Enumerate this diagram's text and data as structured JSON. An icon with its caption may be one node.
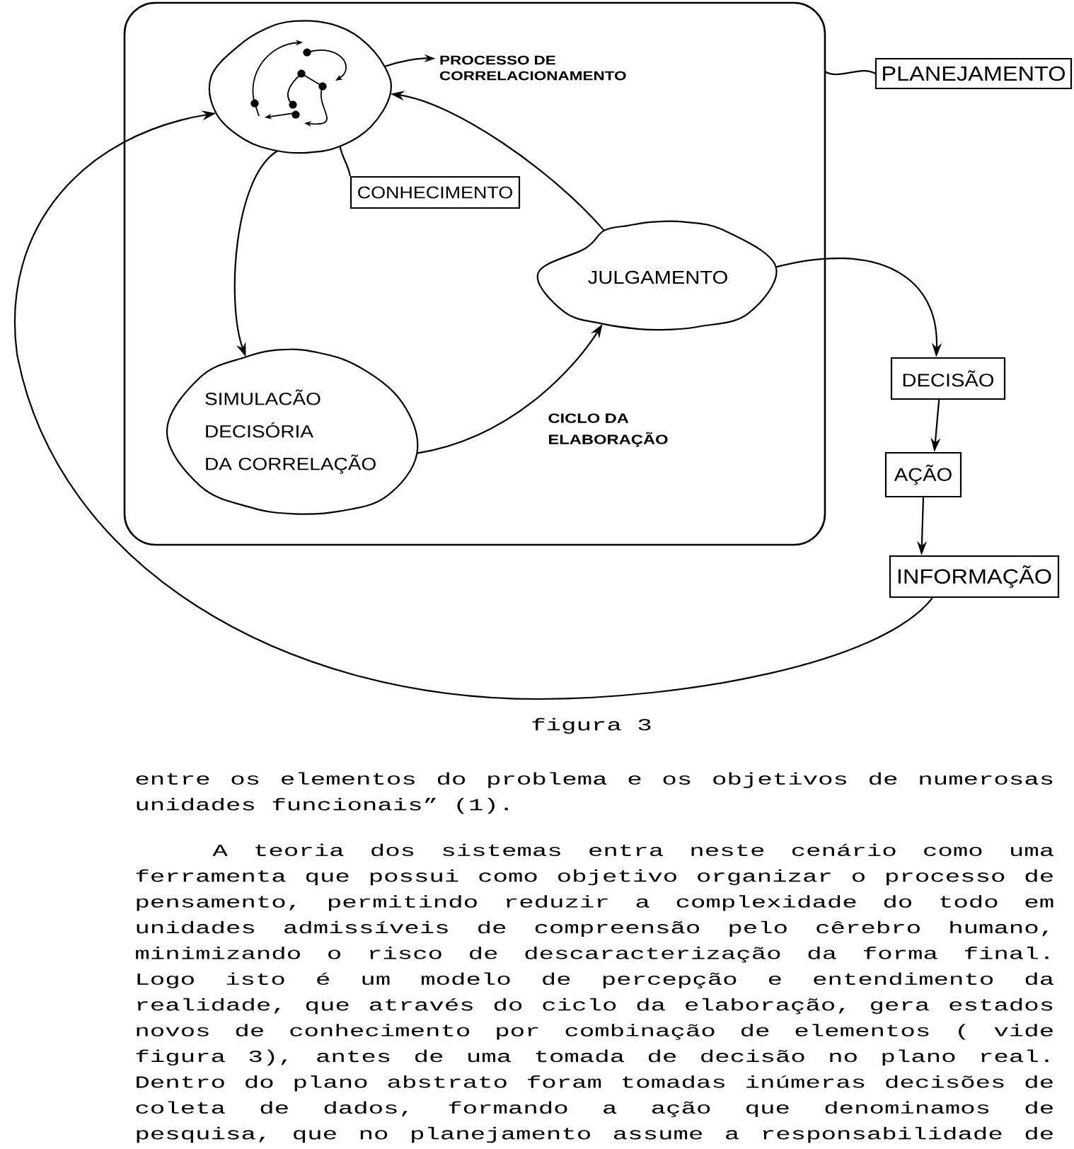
{
  "diagram": {
    "caption": "figura 3",
    "nodes": [
      {
        "text": [],
        "shape": "box"
      },
      {
        "text": [],
        "shape": "cloud",
        "in": 0
      },
      {
        "text": [
          "PROCESSO DE CORRELACIONAMENTO"
        ],
        "in": 0
      },
      {
        "text": [
          "CONHECIMENTO"
        ],
        "in": 0
      },
      {
        "text": [
          "JULGAMENTO"
        ],
        "in": 0
      },
      {
        "text": [
          "SIMULACÃO DECISÓRIA DA CORRELAÇÃO"
        ],
        "in": 0
      },
      {
        "text": [
          "PLANEJAMENTO"
        ]
      },
      {
        "text": [
          "DECISÃO"
        ]
      },
      {
        "text": [
          "AÇÃO"
        ]
      },
      {
        "text": [
          "INFORMAÇÃO"
        ]
      }
    ],
    "edges": [
      {
        "from": 1,
        "to": 5,
        "arrow": "to"
      },
      {
        "from": 5,
        "to": 4,
        "arrow": "to"
      },
      {
        "from": 4,
        "to": 1,
        "arrow": "to"
      },
      {
        "from": 4,
        "to": 7,
        "arrow": "to"
      },
      {
        "from": 7,
        "to": 8,
        "arrow": "to"
      },
      {
        "from": 8,
        "to": 9,
        "arrow": "to"
      },
      {
        "from": 9,
        "to": 1,
        "arrow": "to"
      },
      {
        "from": 1,
        "to": 2,
        "arrow": "to"
      },
      {
        "from": 3,
        "to": 1,
        "arrow": "none"
      },
      {
        "from": 6,
        "to": 0,
        "arrow": "none"
      }
    ],
    "labels": [
      "CICLO DA ELABORAÇÃO",
      "entre os elementos do problema e os objetivos de numerosas unidades funcionais” (1).",
      "A teoria dos sistemas entra neste cenário como uma ferramenta que possui como objetivo organizar o processo de pensamento, permitindo reduzir a complexidade do todo em unidades admissíveis de compreensão pelo cêrebro humano, minimizando o risco de descaracterização da forma final. Logo isto é um modelo de percepção e entendimento da realidade, que através do ciclo da elaboração, gera estados novos de conhecimento por combinação de elementos ( vide figura 3), antes de uma tomada de decisão no plano real. Dentro do plano abstrato foram tomadas inúmeras decisões de coleta de dados, formando a ação que denominamos de pesquisa, que no planejamento assume a responsabilidade de"
    ]
  }
}
